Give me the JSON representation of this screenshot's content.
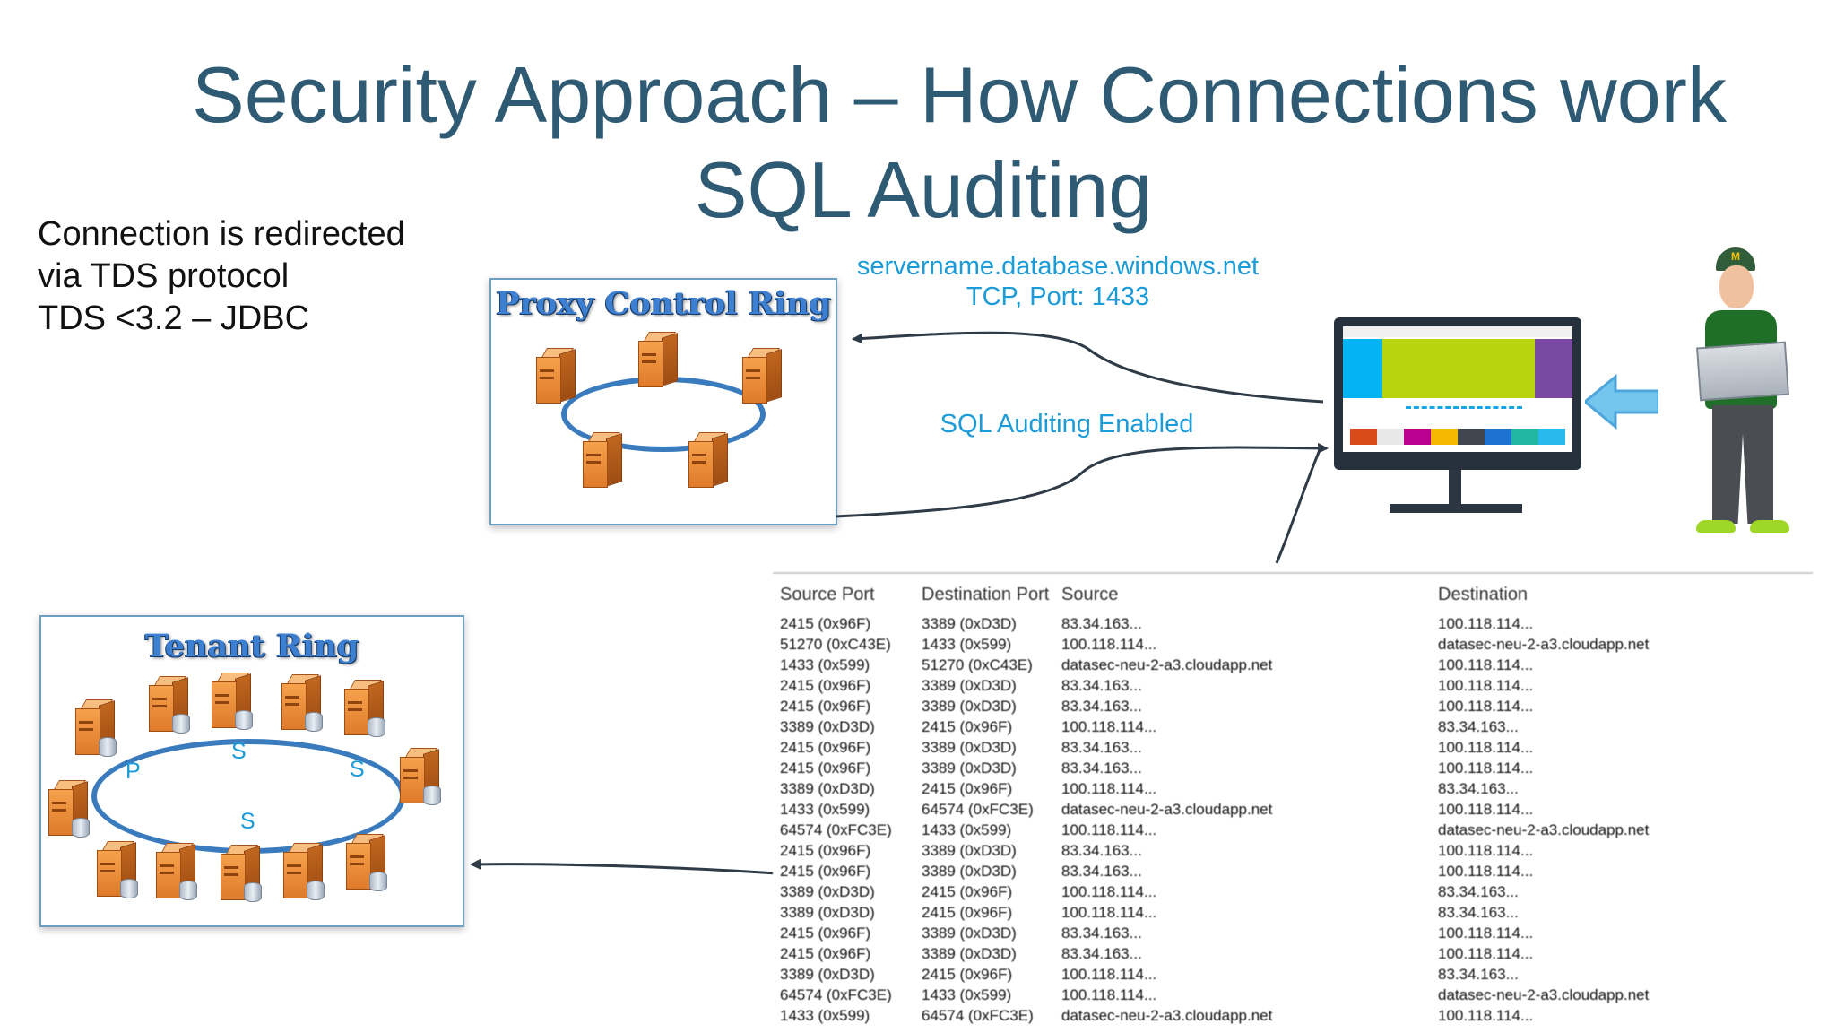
{
  "slide": {
    "title_line_1": "Security Approach – How Connections work",
    "title_line_2": "SQL Auditing",
    "left_text": [
      "Connection is redirected",
      "via TDS protocol",
      "TDS <3.2 – JDBC"
    ],
    "server_caption": [
      "servername.database.windows.net",
      "TCP, Port: 1433"
    ],
    "audit_caption": "SQL Auditing Enabled"
  },
  "proxy_ring": {
    "title": "Proxy Control Ring"
  },
  "tenant_ring": {
    "title": "Tenant Ring",
    "role_labels": [
      "P",
      "S",
      "S",
      "S"
    ]
  },
  "colors": {
    "title": "#2e5a73",
    "accent_blue": "#1b9bd7",
    "ring_outline": "#3a7bbd",
    "server_orange": "#de7b2b",
    "screen_cyan": "#04b3f1",
    "screen_lime": "#b7d40d",
    "screen_purple": "#7a49a2",
    "cap_logo": "#f4c400"
  },
  "icons": {
    "monitor": "monitor-icon",
    "user": "user-illustration-icon",
    "left_arrow": "left-arrow-icon",
    "server": "server-icon",
    "database": "database-icon"
  },
  "monitor": {
    "tile_colors": [
      "#d84c1b",
      "#e8e8e8",
      "#bb0090",
      "#f6b800",
      "#40464d",
      "#1b72d1",
      "#20b6a0",
      "#28b8ee"
    ]
  },
  "user": {
    "cap_logo": "M"
  },
  "traffic_table": {
    "headers": [
      "Source Port",
      "Destination Port",
      "Source",
      "Destination"
    ],
    "rows": [
      [
        "2415 (0x96F)",
        "3389 (0xD3D)",
        "83.34.163...",
        "100.118.114..."
      ],
      [
        "51270 (0xC43E)",
        "1433 (0x599)",
        "100.118.114...",
        "datasec-neu-2-a3.cloudapp.net"
      ],
      [
        "1433 (0x599)",
        "51270 (0xC43E)",
        "datasec-neu-2-a3.cloudapp.net",
        "100.118.114..."
      ],
      [
        "2415 (0x96F)",
        "3389 (0xD3D)",
        "83.34.163...",
        "100.118.114..."
      ],
      [
        "2415 (0x96F)",
        "3389 (0xD3D)",
        "83.34.163...",
        "100.118.114..."
      ],
      [
        "3389 (0xD3D)",
        "2415 (0x96F)",
        "100.118.114...",
        "83.34.163..."
      ],
      [
        "2415 (0x96F)",
        "3389 (0xD3D)",
        "83.34.163...",
        "100.118.114..."
      ],
      [
        "2415 (0x96F)",
        "3389 (0xD3D)",
        "83.34.163...",
        "100.118.114..."
      ],
      [
        "3389 (0xD3D)",
        "2415 (0x96F)",
        "100.118.114...",
        "83.34.163..."
      ],
      [
        "1433 (0x599)",
        "64574 (0xFC3E)",
        "datasec-neu-2-a3.cloudapp.net",
        "100.118.114..."
      ],
      [
        "64574 (0xFC3E)",
        "1433 (0x599)",
        "100.118.114...",
        "datasec-neu-2-a3.cloudapp.net"
      ],
      [
        "2415 (0x96F)",
        "3389 (0xD3D)",
        "83.34.163...",
        "100.118.114..."
      ],
      [
        "2415 (0x96F)",
        "3389 (0xD3D)",
        "83.34.163...",
        "100.118.114..."
      ],
      [
        "3389 (0xD3D)",
        "2415 (0x96F)",
        "100.118.114...",
        "83.34.163..."
      ],
      [
        "3389 (0xD3D)",
        "2415 (0x96F)",
        "100.118.114...",
        "83.34.163..."
      ],
      [
        "2415 (0x96F)",
        "3389 (0xD3D)",
        "83.34.163...",
        "100.118.114..."
      ],
      [
        "2415 (0x96F)",
        "3389 (0xD3D)",
        "83.34.163...",
        "100.118.114..."
      ],
      [
        "3389 (0xD3D)",
        "2415 (0x96F)",
        "100.118.114...",
        "83.34.163..."
      ],
      [
        "64574 (0xFC3E)",
        "1433 (0x599)",
        "100.118.114...",
        "datasec-neu-2-a3.cloudapp.net"
      ],
      [
        "1433 (0x599)",
        "64574 (0xFC3E)",
        "datasec-neu-2-a3.cloudapp.net",
        "100.118.114..."
      ]
    ]
  }
}
